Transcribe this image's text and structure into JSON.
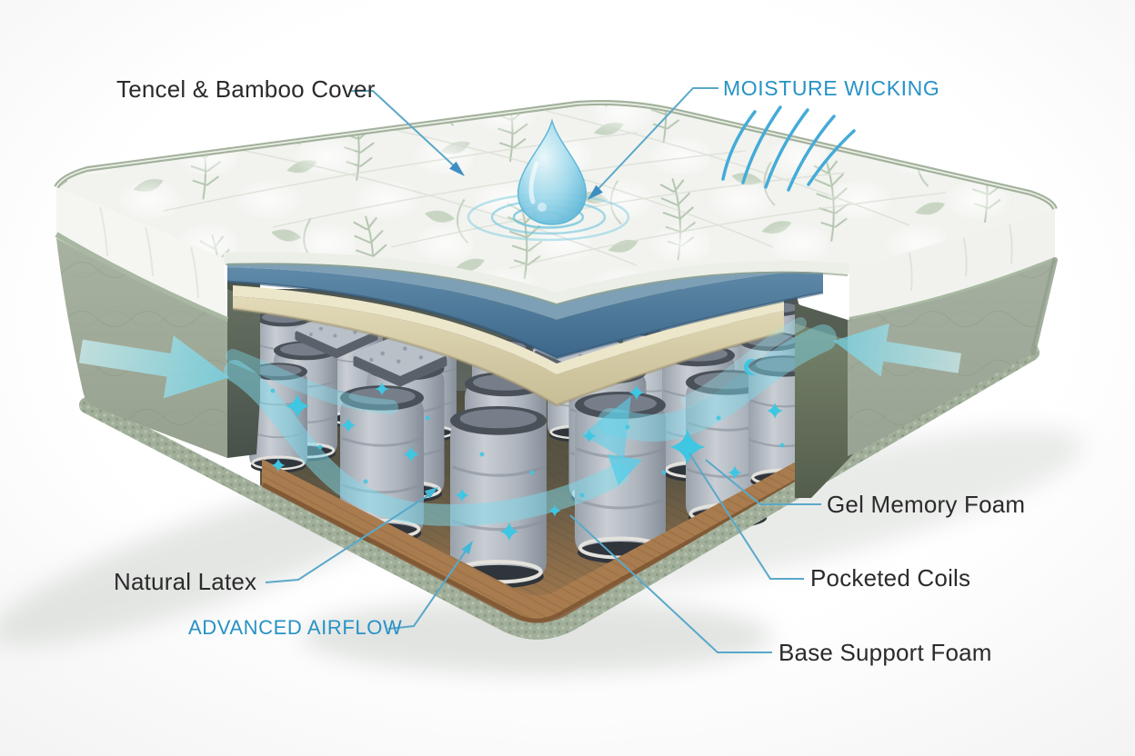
{
  "diagram": {
    "type": "product-cutaway-infographic",
    "subject": "Hybrid mattress internal layers cutaway",
    "labels": [
      {
        "id": "cover",
        "text": "Tencel & Bamboo Cover"
      },
      {
        "id": "moisture",
        "text": "MOISTURE WICKING"
      },
      {
        "id": "gel",
        "text": "Gel Memory Foam"
      },
      {
        "id": "coils",
        "text": "Pocketed Coils"
      },
      {
        "id": "base",
        "text": "Base Support Foam"
      },
      {
        "id": "latex",
        "text": "Natural Latex"
      },
      {
        "id": "airflow",
        "text": "ADVANCED AIRFLOW"
      }
    ],
    "colors": {
      "label_text": "#2b2b2b",
      "accent_text": "#2792c5",
      "leader_line": "#5aa8c9",
      "airflow_cyan": "#5fd0e6",
      "gel_foam_blue": "#4f7896",
      "latex_cream": "#ded6b2",
      "fabric_green": "#a6b09e",
      "coil_gray": "#b3bac2",
      "wood_brown": "#a87a4e"
    },
    "icons": [
      {
        "name": "water-droplet-icon"
      },
      {
        "name": "ripple-icon"
      },
      {
        "name": "vapor-lines-icon"
      },
      {
        "name": "airflow-arrow-left-icon"
      },
      {
        "name": "airflow-arrow-right-icon"
      },
      {
        "name": "airflow-swoosh-icon"
      },
      {
        "name": "sparkle-icon"
      },
      {
        "name": "crescent-icon"
      }
    ]
  }
}
